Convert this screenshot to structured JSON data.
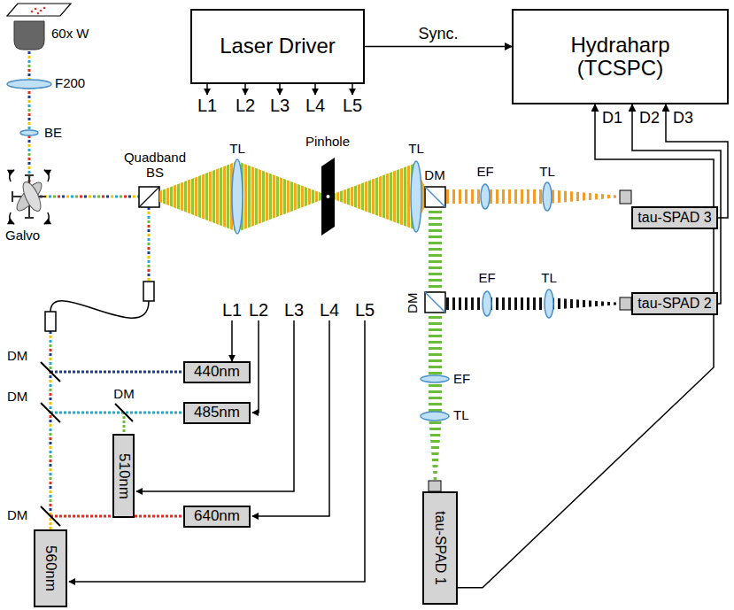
{
  "diagram": {
    "nodes": [
      {
        "text": [
          "Laser Driver"
        ]
      },
      {
        "text": [
          "Hydraharp (TCSPC)"
        ]
      },
      {
        "text": [
          "440nm"
        ]
      },
      {
        "text": [
          "485nm"
        ]
      },
      {
        "text": [
          "510nm"
        ]
      },
      {
        "text": [
          "640nm"
        ]
      },
      {
        "text": [
          "560nm"
        ]
      },
      {
        "text": [
          "tau-SPAD 3"
        ]
      },
      {
        "text": [
          "tau-SPAD 2"
        ]
      },
      {
        "text": [
          "tau-SPAD 1"
        ]
      }
    ],
    "edges": [
      {
        "from": 0,
        "to": 1,
        "label": "Sync.",
        "arrow": "to"
      },
      {
        "from": 9,
        "to": 1,
        "label": "D1",
        "arrow": "to"
      },
      {
        "from": 8,
        "to": 1,
        "label": "D2",
        "arrow": "to"
      },
      {
        "from": 7,
        "to": 1,
        "label": "D3",
        "arrow": "to"
      }
    ],
    "labels": [
      "60x W",
      "F200",
      "BE",
      "Galvo",
      "Quadband BS",
      "TL",
      "Pinhole",
      "TL",
      "DM",
      "EF",
      "TL",
      "DM",
      "EF",
      "TL",
      "EF",
      "TL",
      "DM",
      "DM",
      "DM",
      "DM",
      "L1",
      "L2",
      "L3",
      "L4",
      "L5",
      "L1",
      "L2",
      "L3",
      "L4",
      "L5"
    ]
  }
}
